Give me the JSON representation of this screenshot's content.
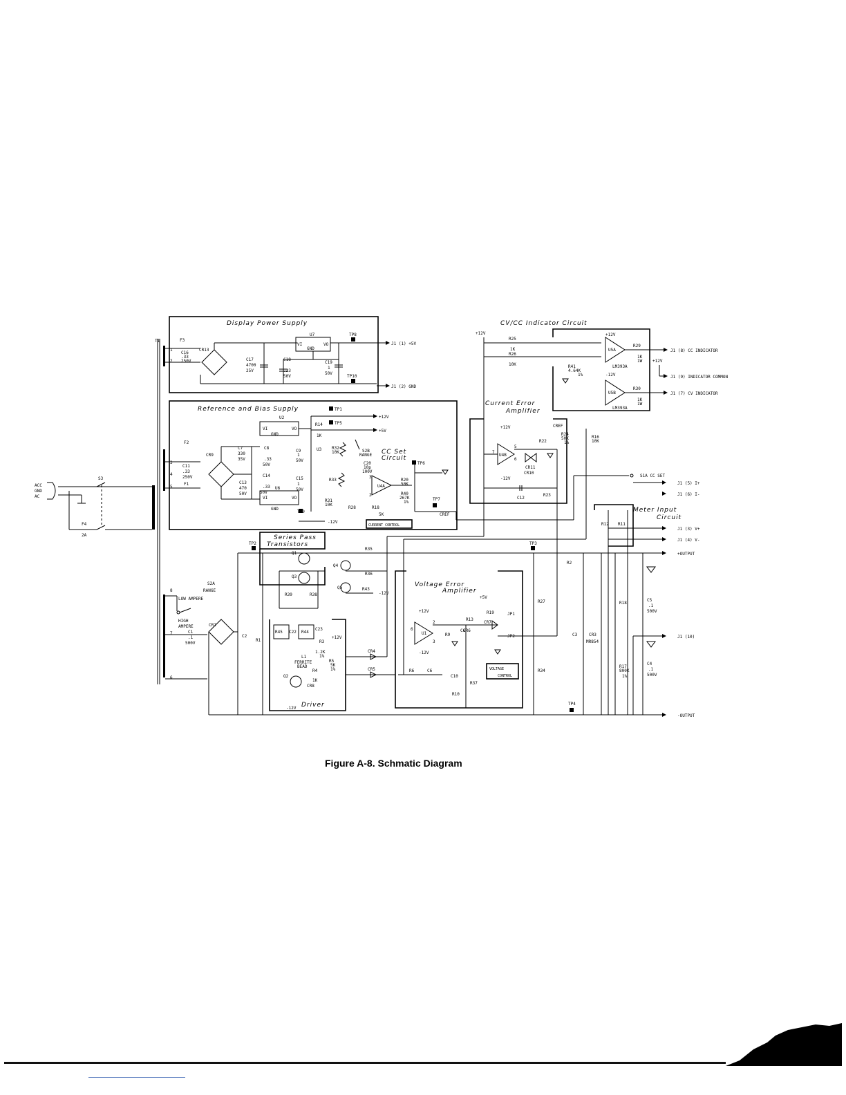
{
  "figure": {
    "caption": "Figure A-8. Schmatic Diagram"
  },
  "sections": {
    "display_power": "Display Power Supply",
    "ref_bias": "Reference and Bias Supply",
    "cc_set_1": "CC Set",
    "cc_set_2": "Circuit",
    "current_control": "CURRENT CONTROL",
    "cvcc": "CV/CC Indicator Circuit",
    "cur_err_1": "Current Error",
    "cur_err_2": "Amplifier",
    "meter_1": "Meter Input",
    "meter_2": "Circuit",
    "series_1": "Series Pass",
    "series_2": "Transistors",
    "volt_err_1": "Voltage Error",
    "volt_err_2": "Amplifier",
    "voltage_control_1": "VOLTAGE",
    "voltage_control_2": "CONTROL",
    "driver": "Driver"
  },
  "connectors": {
    "j1_1": "J1 (1)  +5V",
    "j1_2": "J1 (2)  GND",
    "j1_8": "J1 (8)  CC INDICATOR",
    "j1_9": "J1 (9)  INDICATOR COMMON",
    "j1_7": "J1 (7)  CV INDICATOR",
    "j1_5": "J1 (5)  I+",
    "j1_6": "J1 (6)  I-",
    "j1_3": "J1 (3)  V+",
    "j1_4": "J1 (4)  V-",
    "j1_10": "J1 (10)",
    "out_pos": "+OUTPUT",
    "out_neg": "-OUTPUT",
    "s1a": "S1A  CC SET"
  },
  "power_in": {
    "acc": "ACC",
    "gnd": "GND",
    "ac": "AC",
    "s3": "S3",
    "f4": "F4",
    "f4v": "2A",
    "t1": "T1"
  },
  "labels": {
    "F3": "F3",
    "CR13": "CR13",
    "C16": "C16",
    "C16v": ".33",
    "C16r": "250V",
    "U7": "U7",
    "VI": "VI",
    "VO": "VO",
    "GND": "GND",
    "C17": "C17",
    "C17v": "4700",
    "C17r": "25V",
    "C18": "C18",
    "C18v": ".33",
    "C18r": "50V",
    "C19": "C19",
    "C19v": "1",
    "C19r": "50V",
    "TP8": "TP8",
    "TP10": "TP10",
    "F2": "F2",
    "F1": "F1",
    "CR9": "CR9",
    "C11": "C11",
    "C11v": ".33",
    "C11r": "250V",
    "C7": "C7",
    "C7v": "330",
    "C7r": "35V",
    "C13": "C13",
    "C13v": "470",
    "C13r": "50V",
    "U2": "U2",
    "U6": "U6",
    "C8": "C8",
    "C8v": ".33",
    "C8r": "50V",
    "C14": "C14",
    "C14v": ".33",
    "C14r": "50V",
    "C9": "C9",
    "C9v": "1",
    "C9r": "50V",
    "C15": "C15",
    "C15v": "1",
    "C15r": "50V",
    "TP1": "TP1",
    "TP5": "TP5",
    "TP6": "TP6",
    "TP7": "TP7",
    "TP9": "TP9",
    "R14": "R14",
    "R14v": "1K",
    "U3": "U3",
    "R32": "R32",
    "R32v": "10K",
    "S2B": "S2B",
    "RANGE": "RANGE",
    "R33": "R33",
    "C20": "C20",
    "C20v": "10p",
    "C20r": "100V",
    "U4A": "U4A",
    "R20": "R20",
    "R20v": "50K",
    "R40": "R40",
    "R40v": "267K",
    "R40r": "1%",
    "R31": "R31",
    "R31v": "10K",
    "R28": "R28",
    "R18": "R18",
    "R18v": "5K",
    "CREF": "CREF",
    "p12": "+12V",
    "p5": "+5V",
    "m12": "-12V",
    "R25": "R25",
    "R25v": "1K",
    "R26": "R26",
    "R26v": "10K",
    "R41": "R41",
    "R41v": "4.64K",
    "R41r": "1%",
    "U5A": "U5A",
    "U5B": "U5B",
    "LM393A": "LM393A",
    "R29": "R29",
    "R29v": "1K",
    "R29r": "1W",
    "R30": "R30",
    "R30v": "1K",
    "R30r": "1W",
    "U4B": "U4B",
    "R22": "R22",
    "R24": "R24",
    "R24v": "50K",
    "R24r": "1%",
    "CR11": "CR11",
    "CR10": "CR10",
    "C12": "C12",
    "R23": "R23",
    "R16": "R16",
    "R16v": "10K",
    "R12": "R12",
    "R11": "R11",
    "TP2": "TP2",
    "TP3": "TP3",
    "TP4": "TP4",
    "Q1": "Q1",
    "Q3": "Q3",
    "Q4": "Q4",
    "Q5": "Q5",
    "Q2": "Q2",
    "R35": "R35",
    "R36": "R36",
    "R43": "R43",
    "R39": "R39",
    "R38": "R38",
    "R2": "R2",
    "R1": "R1",
    "C2": "C2",
    "S2A": "S2A",
    "LOWAMP": "LOW AMPERE",
    "HIGHAMP1": "HIGH",
    "HIGHAMP2": "AMPERE",
    "C1": "C1",
    "C1v": ".1",
    "C1r": "500V",
    "CR2": "CR2",
    "R45": "R45",
    "C22": "C22",
    "R44": "R44",
    "C23": "C23",
    "R3": "R3",
    "R3v": "1.2K",
    "R3r": "1%",
    "L1": "L1",
    "FERRITE": "FERRITE",
    "BEAD": "BEAD",
    "R5": "R5",
    "R5v": "5K",
    "R5r": "1%",
    "R4": "R4",
    "R4v": "1K",
    "CR8": "CR8",
    "CR4": "CR4",
    "CR5": "CR5",
    "U1": "U1",
    "R9": "R9",
    "C6": "C6",
    "R13": "R13",
    "CR6": "CR6",
    "R19": "R19",
    "CR7": "CR7",
    "JP1": "JP1",
    "JP2": "JP2",
    "R6": "R6",
    "C10": "C10",
    "R37": "R37",
    "R10": "R10",
    "R27": "R27",
    "R34": "R34",
    "C3": "C3",
    "CR3": "CR3",
    "MR854": "MR854",
    "R18b": "R18",
    "R17": "R17",
    "R17v": "800K",
    "R17r": "1%",
    "C5": "C5",
    "C5v": ".1",
    "C5r": "500V",
    "C4": "C4",
    "C4v": ".1",
    "C4r": "500V",
    "pin1": "1",
    "pin2": "2",
    "pin3": "3",
    "pin4": "4",
    "pin5": "5",
    "pin6": "6",
    "pin7": "7",
    "pin8": "8"
  }
}
